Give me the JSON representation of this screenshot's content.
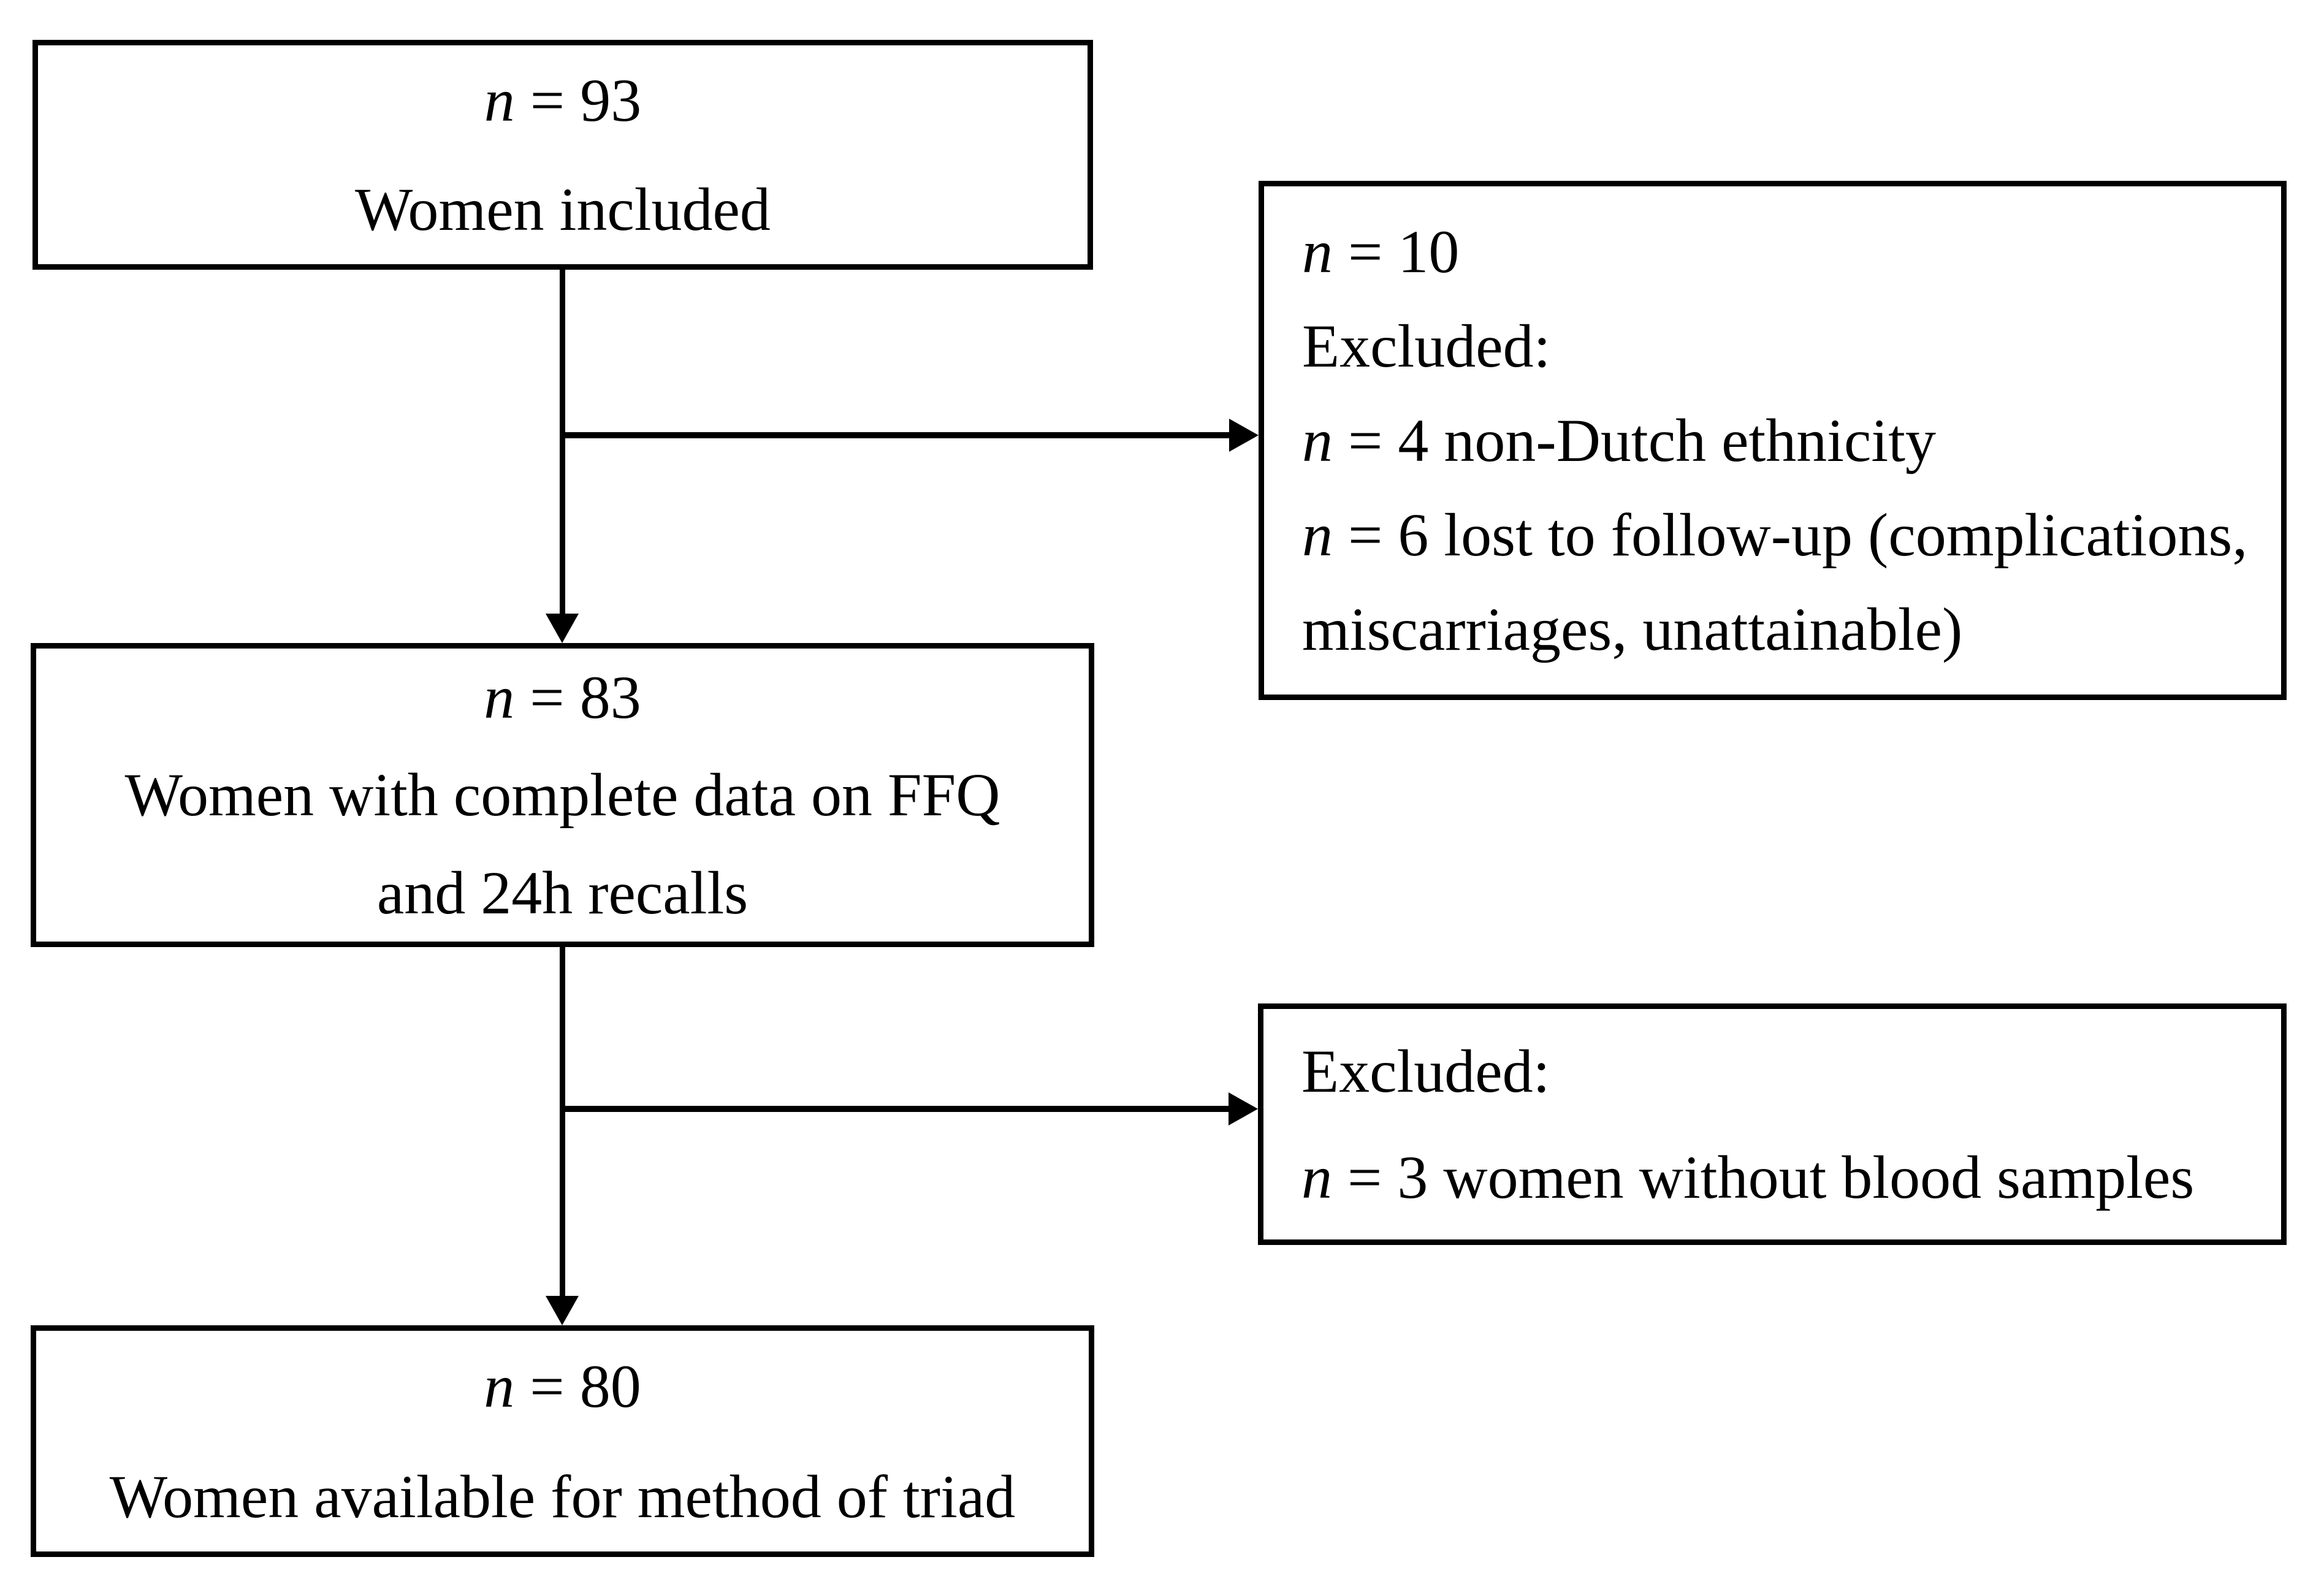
{
  "figure": {
    "type": "flow-diagram",
    "colors": {
      "background": "#ffffff",
      "line": "#000000",
      "text": "#000000"
    },
    "boxes": {
      "women_included": {
        "lines": [
          "n = 93",
          "Women included"
        ]
      },
      "excluded_1": {
        "lines": [
          "n = 10",
          "Excluded:",
          "n = 4 non-Dutch ethnicity",
          "n = 6 lost to follow-up (complications,",
          "miscarriages, unattainable)"
        ]
      },
      "complete_data": {
        "lines": [
          "n = 83",
          "Women with complete data on FFQ",
          "and 24h recalls"
        ]
      },
      "excluded_2": {
        "lines": [
          "Excluded:",
          "n = 3 women without blood samples"
        ]
      },
      "method_of_triad": {
        "lines": [
          "n = 80",
          "Women available for method of triad"
        ]
      }
    }
  }
}
